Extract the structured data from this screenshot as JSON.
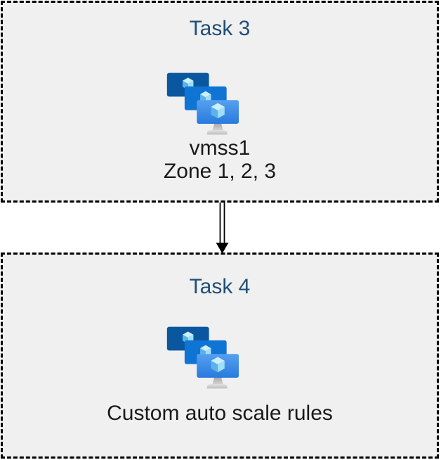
{
  "page": {
    "background": "#ffffff",
    "description": "Two-task flow diagram with Azure VM Scale Sets icons"
  },
  "colors": {
    "box_fill": "#f0f0f0",
    "box_border": "#000000",
    "title_text": "#1f4e79",
    "body_text": "#1a1a1a",
    "arrow": "#000000",
    "monitor_back": "#0a57a0",
    "monitor_middle": "#0f74d4",
    "monitor_front_top": "#57a0ef",
    "monitor_front_bottom": "#2a7ade",
    "cube_top": "#cdeefb",
    "cube_left": "#5bb4e9",
    "cube_right": "#9fdff8",
    "stand_gray_dark": "#a5a5a5",
    "stand_gray_light": "#dedede"
  },
  "boxes": [
    {
      "id": "task3",
      "title": "Task 3",
      "icon": "vm-scale-sets-icon",
      "lines": [
        "vmss1",
        "Zone 1, 2, 3"
      ]
    },
    {
      "id": "task4",
      "title": "Task 4",
      "icon": "vm-scale-sets-icon",
      "lines": [
        "Custom auto scale rules"
      ]
    }
  ],
  "connector": {
    "shape": "double-line-arrow",
    "direction": "down"
  }
}
